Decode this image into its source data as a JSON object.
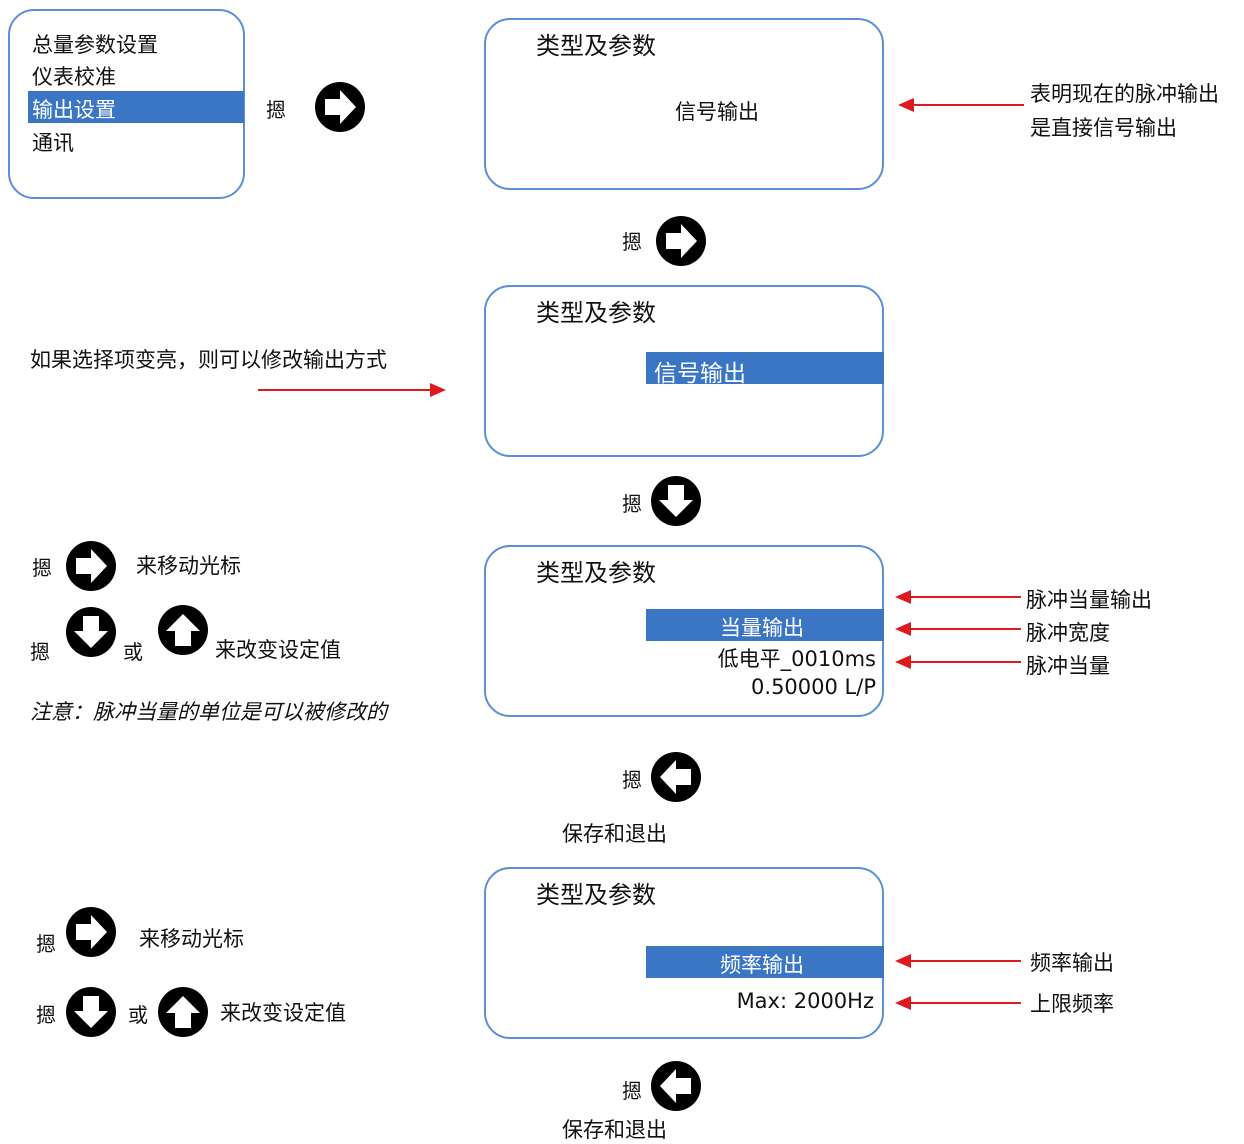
{
  "menu": {
    "items": [
      "总量参数设置",
      "仪表校准",
      "输出设置",
      "通讯"
    ],
    "selected_index": 2
  },
  "press_label": "摁",
  "or_label": "或",
  "panel_title": "类型及参数",
  "panel1": {
    "value": "信号输出"
  },
  "annotation1": {
    "line1": "表明现在的脉冲输出",
    "line2": "是直接信号输出"
  },
  "panel2": {
    "value": "信号输出"
  },
  "annotation2": "如果选择项变亮，则可以修改输出方式",
  "panel3": {
    "value": "当量输出",
    "width": "低电平_0010ms",
    "pulse": "0.50000 L/P"
  },
  "annotation3": [
    "脉冲当量输出",
    "脉冲宽度",
    "脉冲当量"
  ],
  "help": {
    "move_cursor": "来移动光标",
    "change_value": "来改变设定值"
  },
  "note": "注意：脉冲当量的单位是可以被修改的",
  "save_exit": "保存和退出",
  "panel4": {
    "value": "频率输出",
    "max": "Max: 2000Hz"
  },
  "annotation4": [
    "频率输出",
    "上限频率"
  ],
  "colors": {
    "panel_border": "#5b8fd6",
    "highlight": "#3a76c4",
    "arrow": "#e0191f"
  }
}
